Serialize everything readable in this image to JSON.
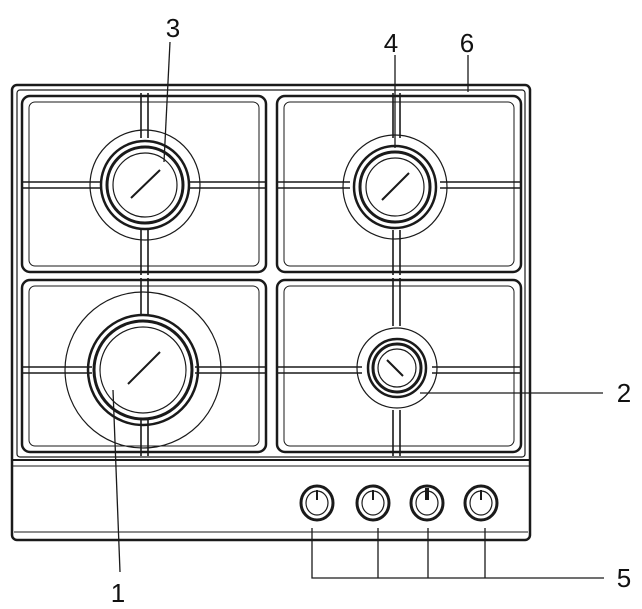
{
  "labels": {
    "burner_rear_left": "3",
    "burner_rear_right": "4",
    "cooktop_surface": "6",
    "burner_front_left": "1",
    "burner_front_right": "2",
    "control_knobs": "5"
  },
  "colors": {
    "line": "#1a1a1a",
    "background": "#ffffff"
  }
}
